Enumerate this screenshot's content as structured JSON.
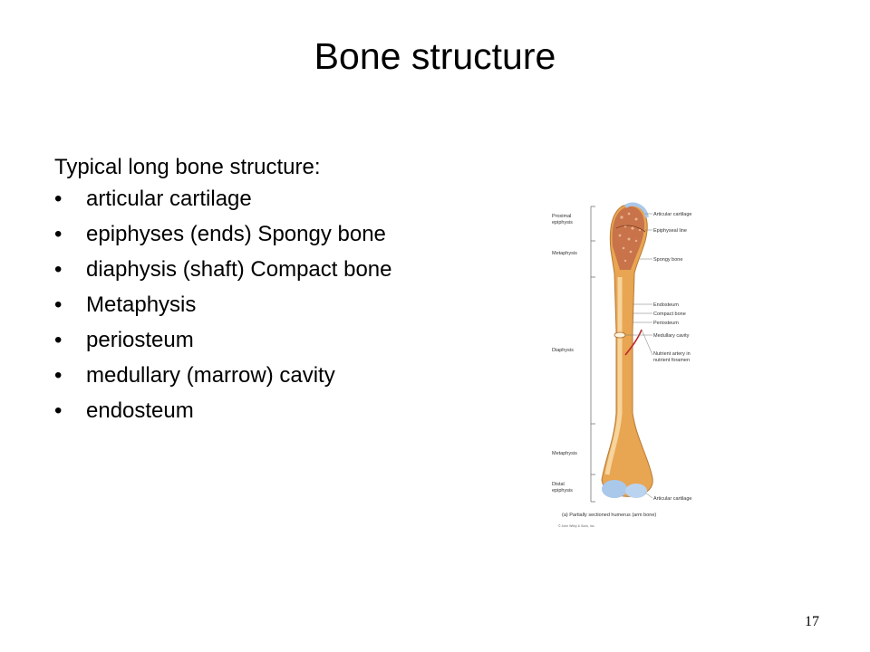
{
  "slide": {
    "title": "Bone structure",
    "intro": "Typical long bone structure:",
    "bullets": [
      "articular cartilage",
      "epiphyses (ends) Spongy bone",
      "diaphysis (shaft) Compact bone",
      "Metaphysis",
      "periosteum",
      "medullary (marrow) cavity",
      "endosteum"
    ],
    "page_number": "17"
  },
  "figure": {
    "left_labels": {
      "proximal_epiphysis": [
        "Proximal",
        "epiphysis"
      ],
      "metaphysis_top": "Metaphysis",
      "diaphysis": "Diaphysis",
      "metaphysis_bottom": "Metaphysis",
      "distal_epiphysis": [
        "Distal",
        "epiphysis"
      ]
    },
    "right_labels": {
      "articular_cartilage_top": "Articular cartilage",
      "epiphyseal_line": "Epiphyseal line",
      "spongy_bone": "Spongy bone",
      "endosteum": "Endosteum",
      "compact_bone": "Compact bone",
      "periosteum": "Periosteum",
      "medullary_cavity": "Medullary cavity",
      "nutrient_artery": [
        "Nutrient artery in",
        "nutrient foramen"
      ],
      "articular_cartilage_bottom": "Articular cartilage"
    },
    "caption": "(a) Partially sectioned humerus (arm bone)",
    "copyright": "© John Wiley & Sons, Inc.",
    "colors": {
      "bone": "#e8a552",
      "bone_light": "#f4c98a",
      "spongy": "#c8734a",
      "cartilage": "#a9c8ea",
      "artery": "#c0272d"
    }
  }
}
